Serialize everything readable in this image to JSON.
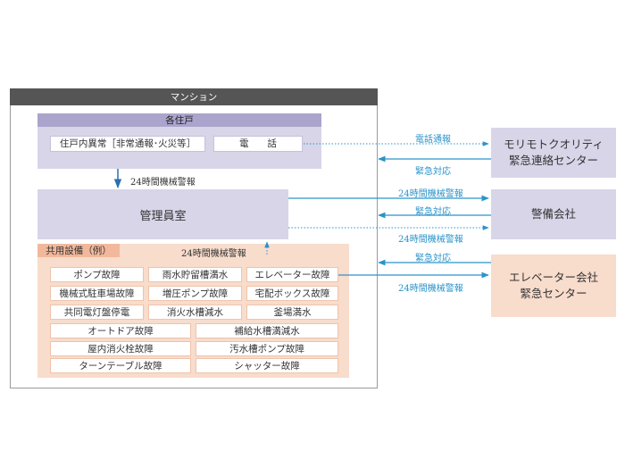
{
  "mansion": {
    "title": "マンション"
  },
  "unit": {
    "title": "各住戸",
    "abnormal": "住戸内異常［非常通報･火災等］",
    "phone": "電　　話"
  },
  "manager_room": {
    "label": "管理員室"
  },
  "common": {
    "title": "共用設備（例）",
    "row1": [
      "ポンプ故障",
      "雨水貯留槽満水",
      "エレベーター故障"
    ],
    "row2": [
      "機械式駐車場故障",
      "増圧ポンプ故障",
      "宅配ボックス故障"
    ],
    "row3": [
      "共同電灯盤停電",
      "消火水槽減水",
      "釜場満水"
    ],
    "row4": [
      "オートドア故障",
      "補給水槽満減水"
    ],
    "row5": [
      "屋内消火栓故障",
      "汚水槽ポンプ故障"
    ],
    "row6": [
      "ターンテーブル故障",
      "シャッター故障"
    ]
  },
  "external": {
    "morimoto": [
      "モリモトクオリティ",
      "緊急連絡センター"
    ],
    "security": "警備会社",
    "elevator": [
      "エレベーター会社",
      "緊急センター"
    ]
  },
  "labels": {
    "phone_report": "電話通報",
    "emergency_response_1": "緊急対応",
    "machine_alarm_1": "24時間機械警報",
    "emergency_response_2": "緊急対応",
    "machine_alarm_2": "24時間機械警報",
    "emergency_response_3": "緊急対応",
    "machine_alarm_3": "24時間機械警報",
    "unit_to_manager_alarm": "24時間機械警報",
    "common_to_manager_alarm": "24時間機械警報"
  },
  "colors": {
    "arrow_blue": "#2a93c9",
    "arrow_dark_blue": "#2a6fb0",
    "lavender": "#d8d5e8",
    "lavender_header": "#aba4cc",
    "peach": "#f8dccc",
    "peach_header": "#f2b89c",
    "header_gray": "#555555"
  }
}
